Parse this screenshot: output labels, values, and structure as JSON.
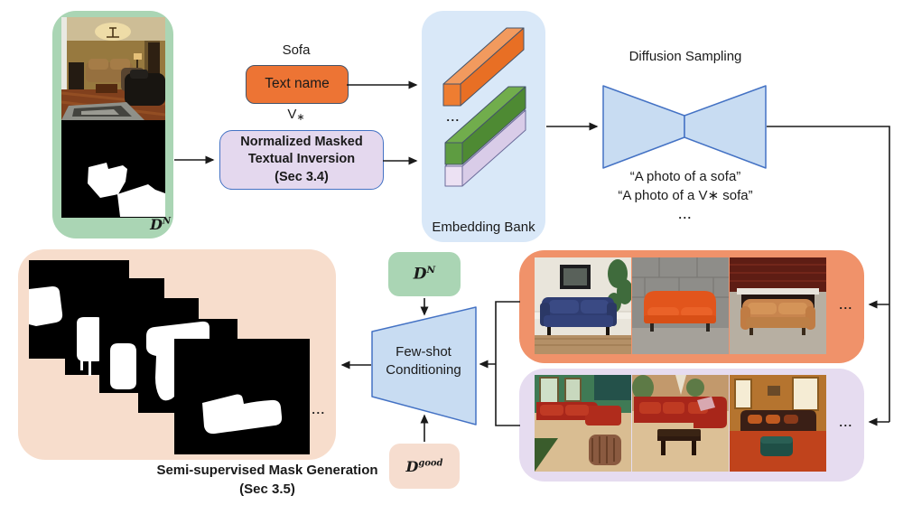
{
  "palette": {
    "support_green": "#aad5b4",
    "orange_fill": "#ed7434",
    "orange_border": "#44546a",
    "lavender_fill": "#e4d8ee",
    "blue_border": "#4472c4",
    "bank_fill": "#d9e8f8",
    "funnel_fill": "#c8dcf2",
    "orange_container": "#f0926a",
    "purple_container": "#e6dcf0",
    "peach_container": "#f7ddcc",
    "arrow": "#1a1a1a"
  },
  "sample": {
    "dataset_base": "D",
    "dataset_sup": "N"
  },
  "text_encoder": {
    "above": "Sofa",
    "label": "Text name"
  },
  "inversion": {
    "above_base": "V",
    "above_sub": "∗",
    "lines": "Normalized Masked\nTextual Inversion\n(Sec 3.4)"
  },
  "embedding_bank": {
    "label": "Embedding Bank",
    "dots": "..."
  },
  "diffusion": {
    "title": "Diffusion Sampling",
    "prompts": [
      "“A photo of a sofa”",
      "“A photo of a V∗ sofa”"
    ],
    "dots": "..."
  },
  "generated": {
    "orange_dots": "...",
    "purple_dots": "..."
  },
  "few_shot": {
    "label": "Few-shot\nConditioning",
    "top_base": "D",
    "top_sup": "N",
    "bottom_base": "D",
    "bottom_sup": "good"
  },
  "mask_generation": {
    "dots": "...",
    "caption_line1": "Semi-supervised Mask Generation",
    "caption_line2": "(Sec 3.5)"
  }
}
